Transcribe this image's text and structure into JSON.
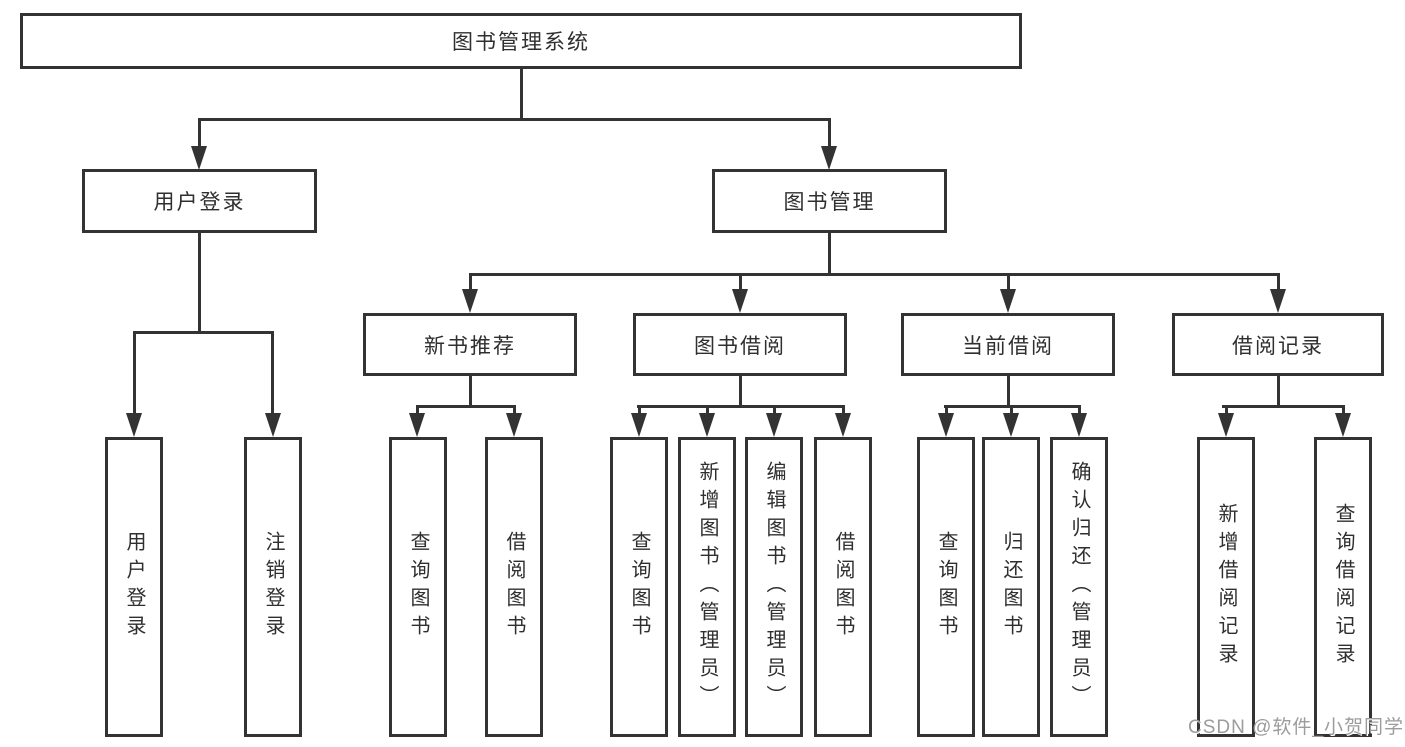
{
  "nodes": {
    "root": "图书管理系统",
    "user_login": "用户登录",
    "book_management": "图书管理",
    "new_book_recommend": "新书推荐",
    "book_borrowing": "图书借阅",
    "current_borrowing": "当前借阅",
    "borrowing_records": "借阅记录"
  },
  "leaves": {
    "user_login": "用户登录",
    "logout": "注销登录",
    "query_books_recommend": "查询图书",
    "borrow_books_recommend": "借阅图书",
    "query_books_borrowing": "查询图书",
    "add_books_admin": "新增图书（管理员）",
    "edit_books_admin": "编辑图书（管理员）",
    "borrow_books_borrowing": "借阅图书",
    "query_books_current": "查询图书",
    "return_books": "归还图书",
    "confirm_return_admin": "确认归还（管理员）",
    "add_borrow_record": "新增借阅记录",
    "query_borrow_record": "查询借阅记录"
  },
  "watermark": "CSDN @软件_小贺同学",
  "colors": {
    "line": "#333333",
    "box_background": "#ffffff",
    "text": "#2f2f2f",
    "watermark": "#9c9c9c"
  }
}
